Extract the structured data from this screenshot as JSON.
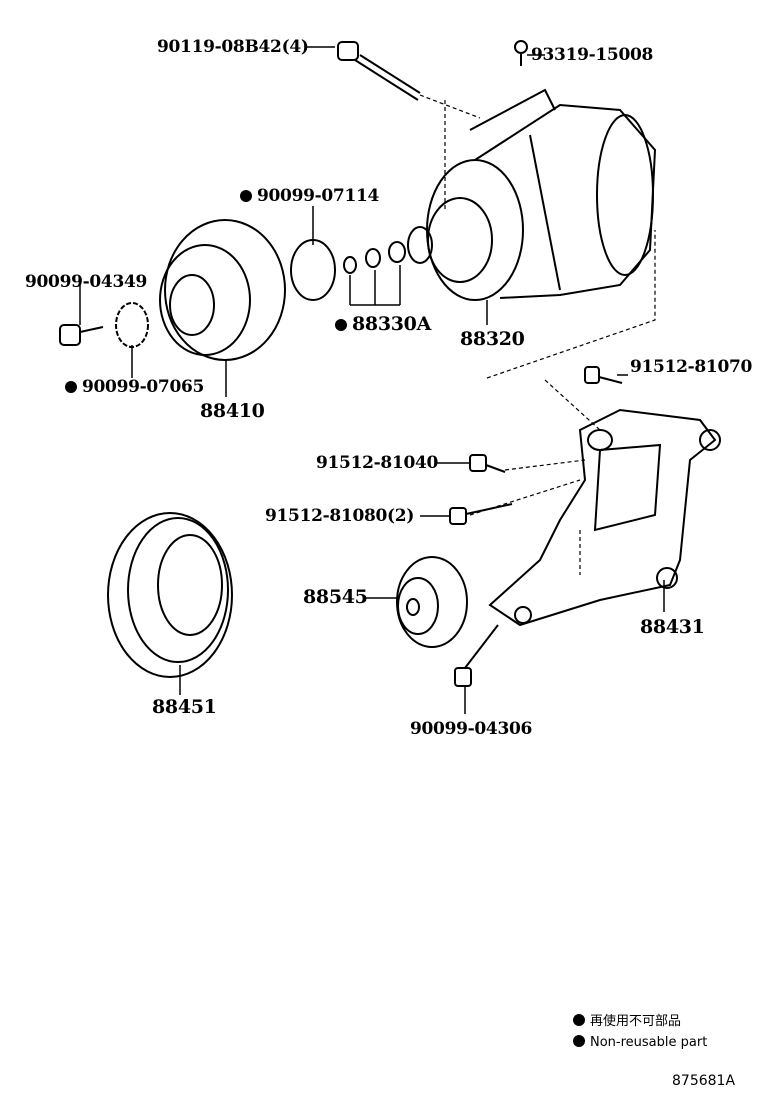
{
  "diagram_code": "875681A",
  "labels": {
    "bolt_top": "90119-08B42(4)",
    "screw_top": "93319-15008",
    "snap_ring": "90099-07114",
    "bolt_clutch": "90099-04349",
    "shims": "88330A",
    "compressor": "88320",
    "bolt_bracket_top": "91512-81070",
    "washer": "90099-07065",
    "clutch": "88410",
    "bolt_81040": "91512-81040",
    "bolt_81080": "91512-81080(2)",
    "idler_pulley": "88545",
    "bracket": "88431",
    "pulley": "88451",
    "bolt_idler": "90099-04306"
  },
  "legend": {
    "marker": "●",
    "jp": "再使用不可部品",
    "en": "Non-reusable part"
  }
}
